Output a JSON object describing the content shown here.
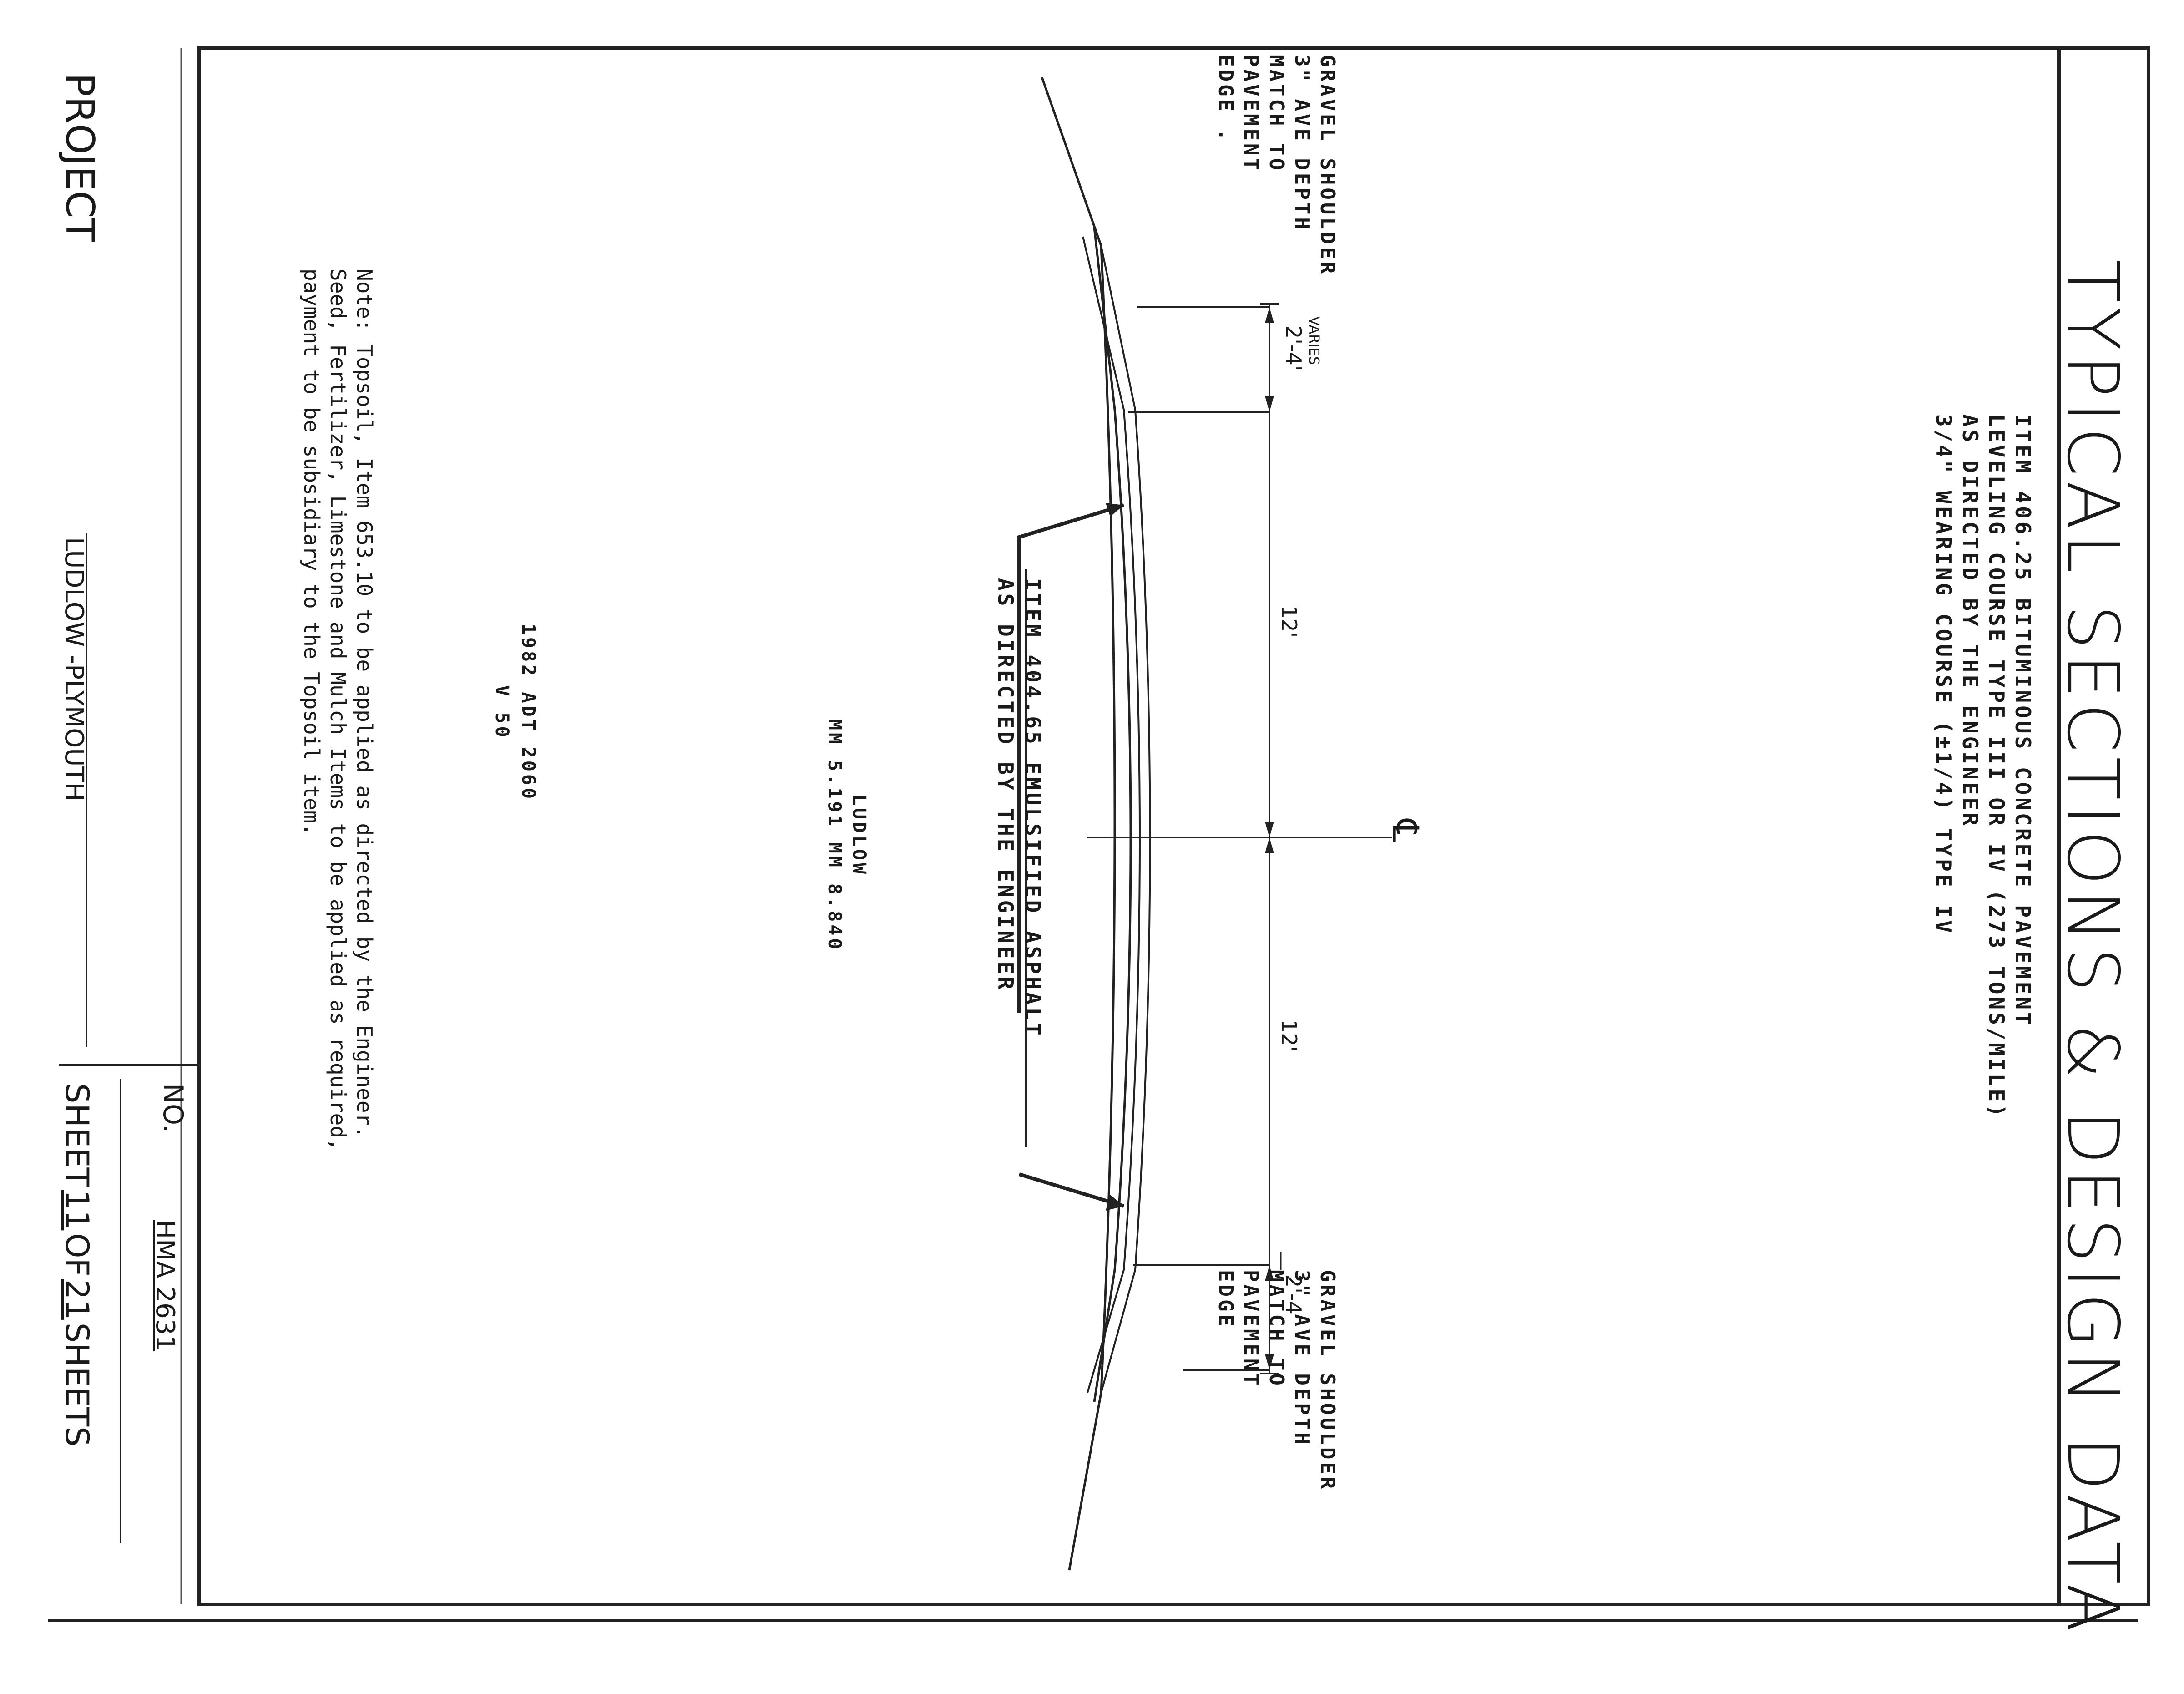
{
  "title": "TYPICAL SECTIONS & DESIGN DATA",
  "item_406": {
    "lines": [
      "ITEM 406.25 BITUMINOUS CONCRETE PAVEMENT",
      "LEVELING COURSE TYPE III OR IV (273 TONS/MILE)",
      "AS DIRECTED BY THE ENGINEER",
      "3/4\" WEARING COURSE (±1/4) TYPE IV"
    ]
  },
  "left_shoulder": {
    "lines": [
      "GRAVEL SHOULDER",
      "3\" AVE DEPTH",
      "MATCH TO",
      "PAVEMENT",
      "EDGE ."
    ],
    "width_top": "VARIES",
    "width": "2'-4'"
  },
  "right_shoulder": {
    "lines": [
      "GRAVEL SHOULDER",
      "3\" AVE DEPTH",
      "MATCH TO",
      "PAVEMENT",
      "EDGE"
    ],
    "width": "2'-4'"
  },
  "lane_left_width": "12'",
  "lane_right_width": "12'",
  "centerline_symbol": "℄",
  "item_404": {
    "lines": [
      "ITEM 404.65 EMULSIFIED ASPHALT",
      "AS DIRECTED BY THE ENGINEER"
    ]
  },
  "location": {
    "name": "LUDLOW",
    "mileposts": "MM 5.191 MM 8.840"
  },
  "traffic": {
    "adt": "1982 ADT 2060",
    "speed": "V 50"
  },
  "note": {
    "lines": [
      "Note: Topsoil, Item 653.10 to be applied as directed by the Engineer.",
      "Seed, Fertilizer, Limestone and Mulch Items to be applied as required,",
      "payment to be subsidiary to the Topsoil item."
    ]
  },
  "title_block": {
    "project_label": "PROJECT",
    "project_name": "LUDLOW -PLYMOUTH",
    "no_label": "NO.",
    "no_value": "HMA 2631",
    "sheet_label": "SHEET",
    "sheet_number": "11",
    "of_label": "OF",
    "sheet_total": "21",
    "sheets_label": "SHEETS"
  }
}
